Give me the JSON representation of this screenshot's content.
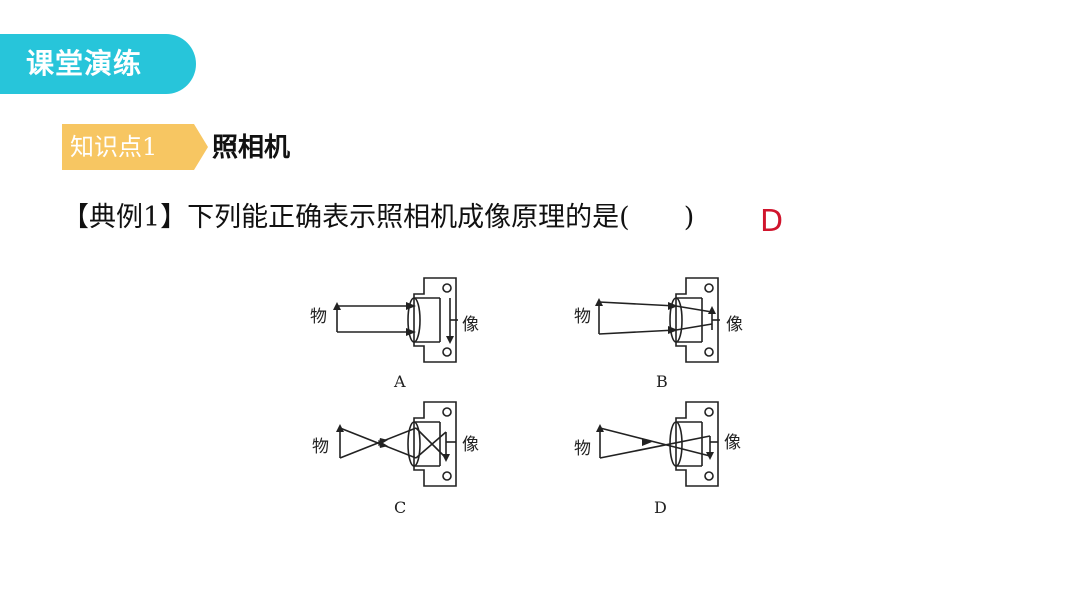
{
  "header": {
    "section_title": "课堂演练"
  },
  "knowledge_point": {
    "tag": "知识点1",
    "title": "照相机"
  },
  "question": {
    "text": "【典例1】下列能正确表示照相机成像原理的是(　　)",
    "answer": "D"
  },
  "options": [
    {
      "letter": "A",
      "object_label": "物",
      "image_label": "像"
    },
    {
      "letter": "B",
      "object_label": "物",
      "image_label": "像"
    },
    {
      "letter": "C",
      "object_label": "物",
      "image_label": "像"
    },
    {
      "letter": "D",
      "object_label": "物",
      "image_label": "像"
    }
  ],
  "colors": {
    "tab": "#27c5da",
    "tag": "#f7c662",
    "answer": "#d0142c"
  }
}
